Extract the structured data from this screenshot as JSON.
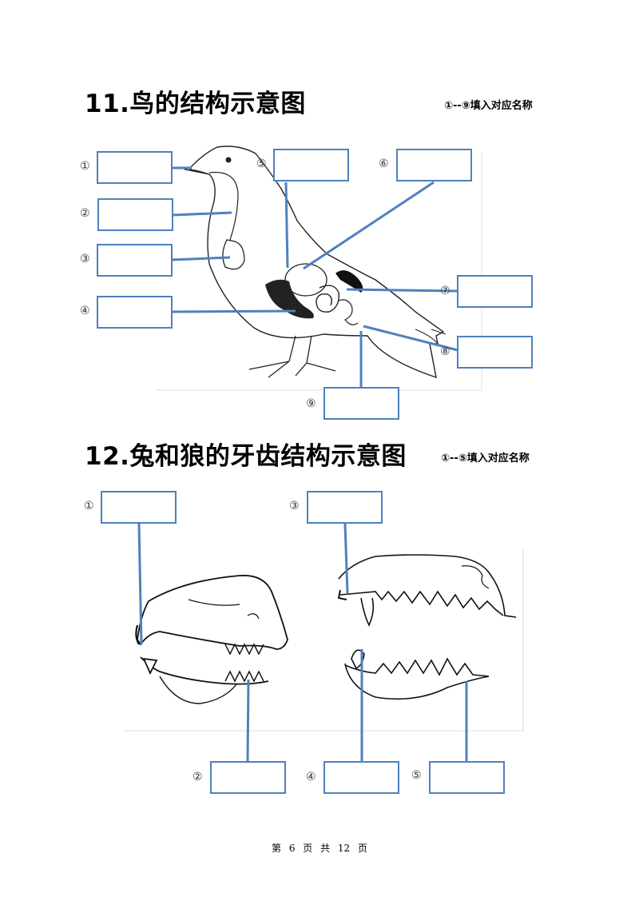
{
  "section11": {
    "title": "11.鸟的结构示意图",
    "hint": "①--⑨填入对应名称",
    "labels": [
      "①",
      "②",
      "③",
      "④",
      "⑤",
      "⑥",
      "⑦",
      "⑧",
      "⑨"
    ]
  },
  "section12": {
    "title": "12.兔和狼的牙齿结构示意图",
    "hint": "①--⑤填入对应名称",
    "labels": [
      "①",
      "②",
      "③",
      "④",
      "⑤"
    ]
  },
  "footer": "第 6 页 共 12 页",
  "colors": {
    "leader_line": "#4f81bd",
    "box_border": "#4f81bd"
  }
}
